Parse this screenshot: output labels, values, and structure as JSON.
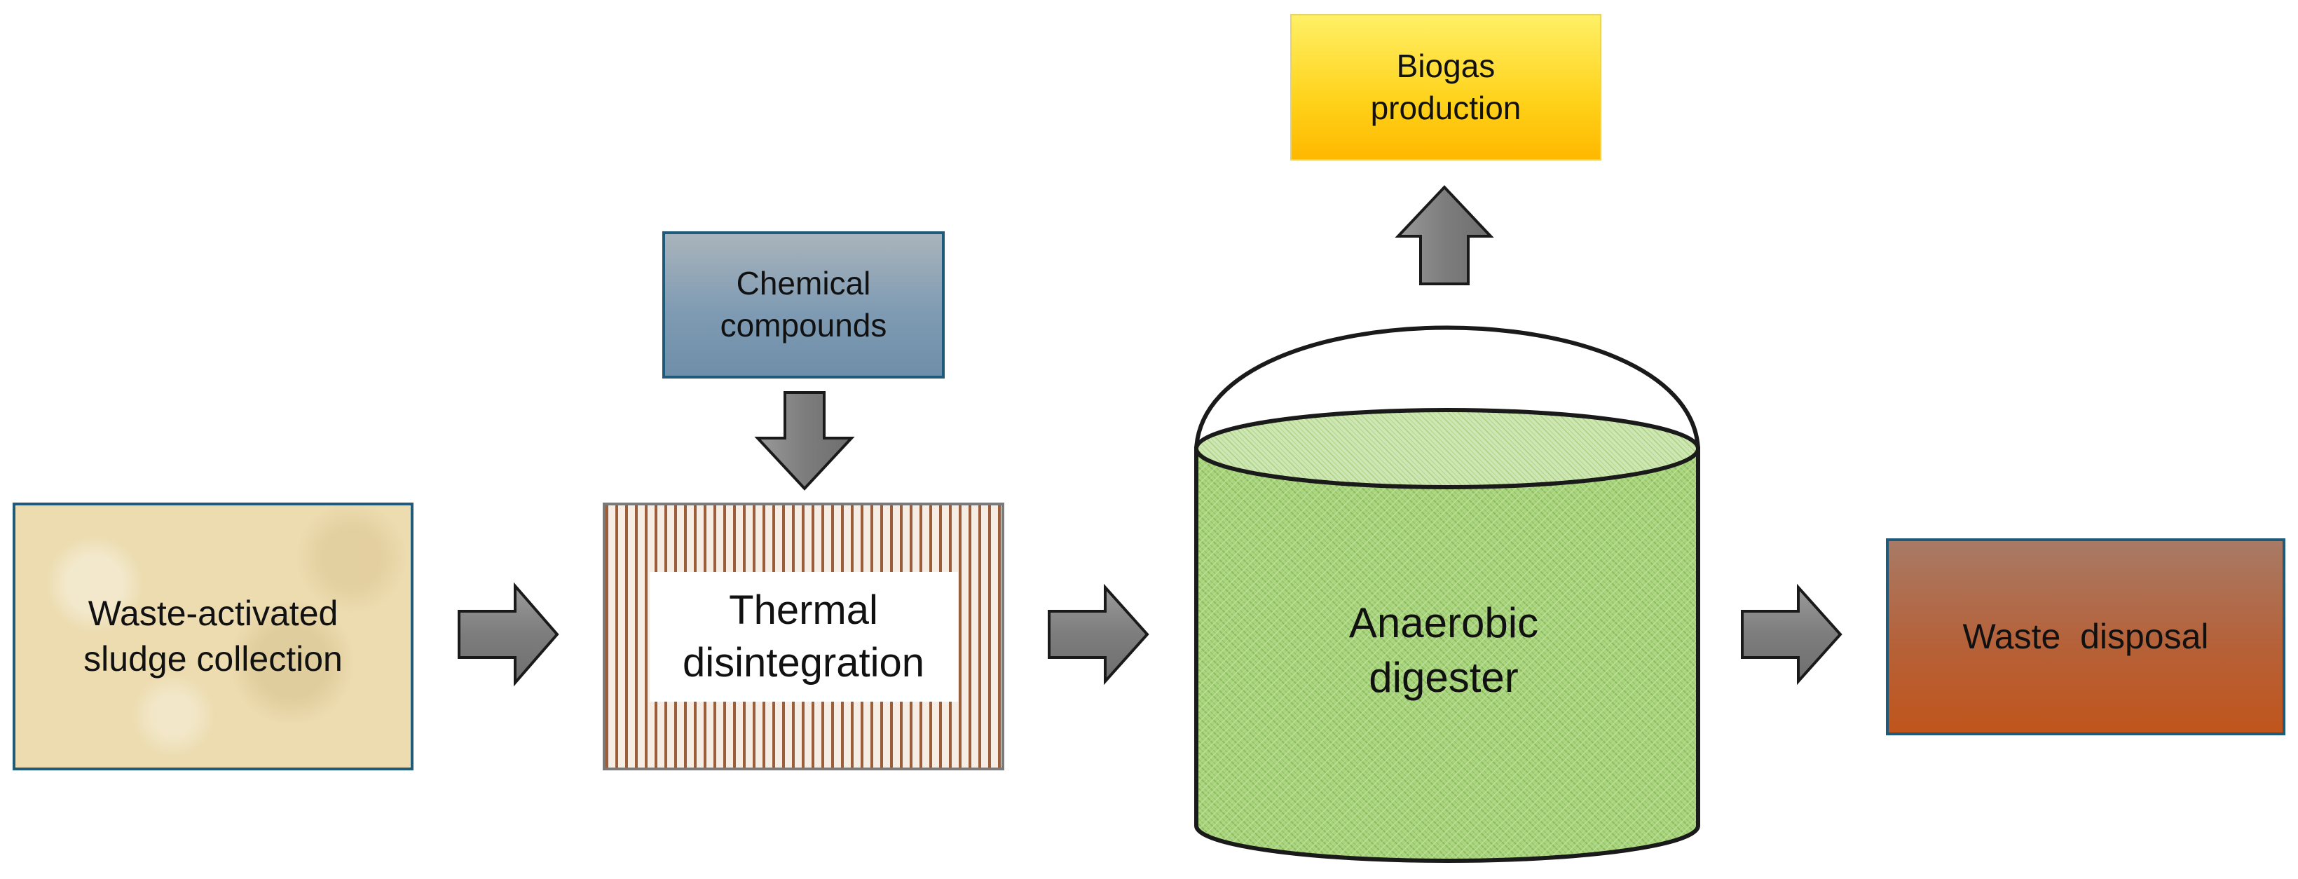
{
  "nodes": {
    "sludge": "Waste-activated\nsludge collection",
    "chemical": "Chemical\ncompounds",
    "thermal": "Thermal\ndisintegration",
    "digester": "Anaerobic\ndigester",
    "biogas": "Biogas\nproduction",
    "disposal": "Waste  disposal"
  },
  "colors": {
    "arrow_fill": "#8c8c8c",
    "digester_fill": "#a6cf7a",
    "box_border": "#1f5a7a"
  }
}
